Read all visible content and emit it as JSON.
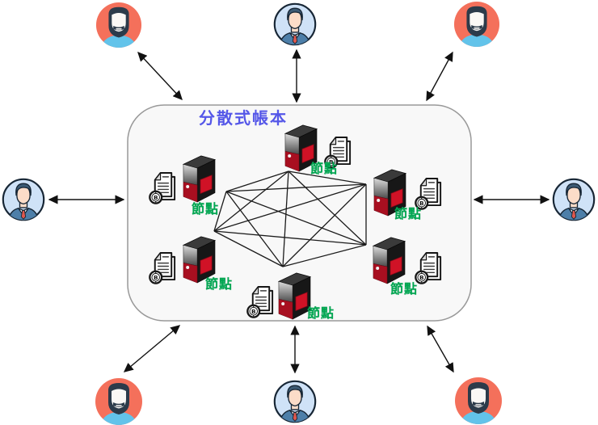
{
  "diagram": {
    "title": "分散式帳本",
    "nodes": [
      {
        "label": "節點"
      },
      {
        "label": "節點"
      },
      {
        "label": "節點"
      },
      {
        "label": "節點"
      },
      {
        "label": "節點"
      },
      {
        "label": "節點"
      }
    ],
    "icons": {
      "server": "server-tower-icon",
      "ledger_document": "bitcoin-ledger-document-icon",
      "user_casual": "user-avatar-casual-icon",
      "user_business": "user-avatar-business-icon",
      "arrow": "double-headed-arrow",
      "mesh": "p2p-full-mesh-network"
    },
    "colors": {
      "title_text": "#5557e8",
      "node_label_text": "#00a651",
      "ledger_fill": "#f8f8f8",
      "ledger_border": "#999999",
      "server_body": "#171717",
      "server_red": "#d01226",
      "arrow": "#111111",
      "mesh_line": "#1b1b1b",
      "avatar_casual_bg": "#f4705b",
      "avatar_casual_shirt": "#62c3ea",
      "avatar_casual_hair": "#2c3b4a",
      "avatar_business_bg": "#cfe2f7",
      "avatar_business_suit": "#4d7fa9",
      "avatar_business_tie": "#e0584d"
    }
  }
}
